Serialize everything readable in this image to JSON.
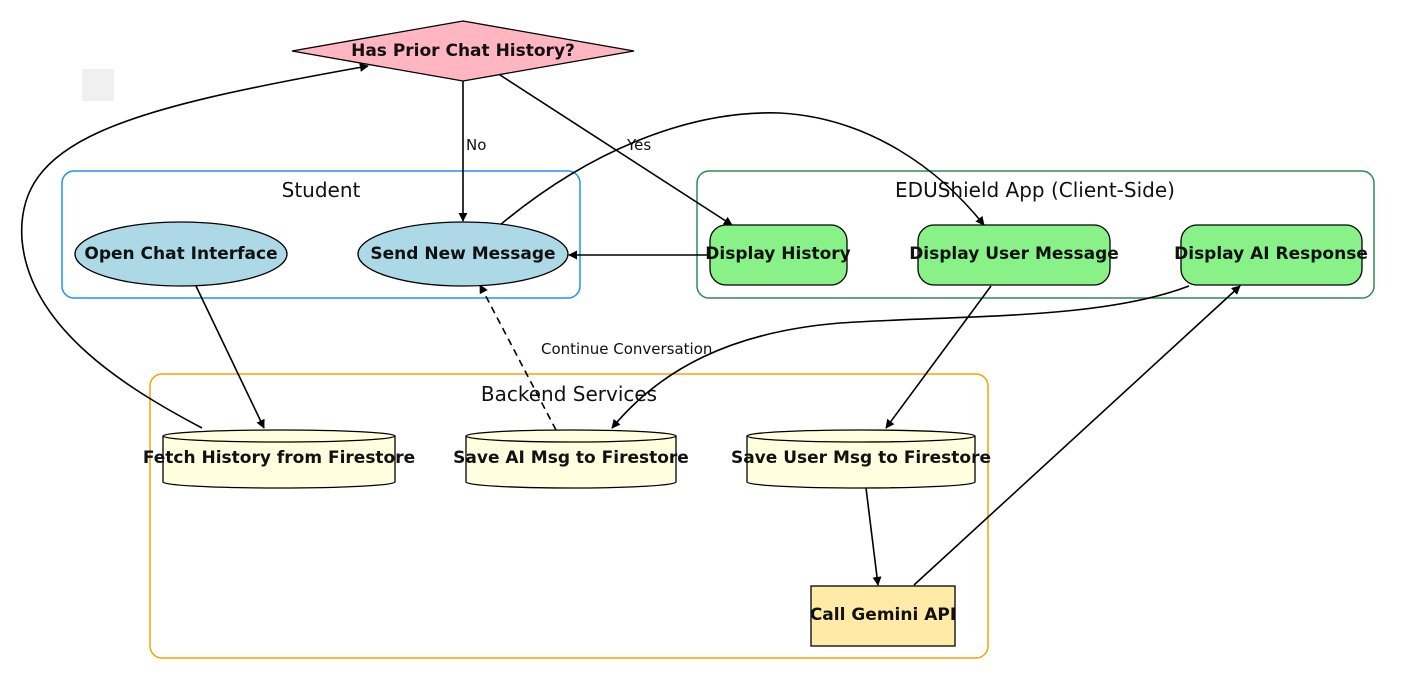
{
  "clusters": {
    "student": {
      "title": "Student",
      "color": "#1e90ff"
    },
    "client": {
      "title": "EDUShield App (Client-Side)",
      "color": "#2e8b57"
    },
    "backend": {
      "title": "Backend Services",
      "color": "#f0a500"
    }
  },
  "nodes": {
    "decision": {
      "label": "Has Prior Chat History?",
      "shape": "diamond",
      "fill": "#ffb6c1"
    },
    "open_chat": {
      "label": "Open Chat Interface",
      "shape": "ellipse",
      "fill": "#add8e6"
    },
    "send_message": {
      "label": "Send New Message",
      "shape": "ellipse",
      "fill": "#add8e6"
    },
    "display_history": {
      "label": "Display History",
      "shape": "rounded-rect",
      "fill": "#88f288"
    },
    "display_user_message": {
      "label": "Display User Message",
      "shape": "rounded-rect",
      "fill": "#88f288"
    },
    "display_ai_response": {
      "label": "Display AI Response",
      "shape": "rounded-rect",
      "fill": "#88f288"
    },
    "fetch_history": {
      "label": "Fetch History from Firestore",
      "shape": "cylinder",
      "fill": "#ffffe0"
    },
    "save_ai_msg": {
      "label": "Save AI Msg to Firestore",
      "shape": "cylinder",
      "fill": "#ffffe0"
    },
    "save_user_msg": {
      "label": "Save User Msg to Firestore",
      "shape": "cylinder",
      "fill": "#ffffe0"
    },
    "call_gemini": {
      "label": "Call Gemini API",
      "shape": "rect",
      "fill": "#ffeaa8"
    }
  },
  "edges": {
    "no": {
      "label": "No"
    },
    "yes": {
      "label": "Yes"
    },
    "continue": {
      "label": "Continue Conversation",
      "style": "dashed"
    }
  }
}
